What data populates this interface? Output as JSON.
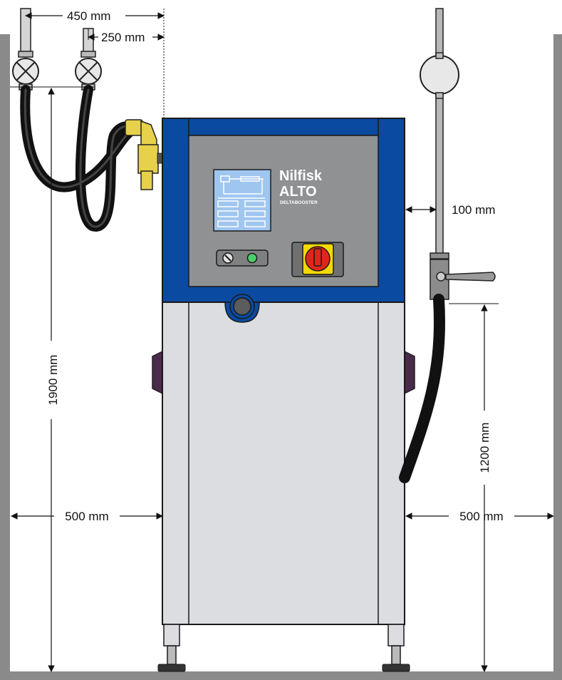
{
  "dimensions": {
    "top_width": "450 mm",
    "valve_spacing": "250 mm",
    "side_clearance_right_hose": "100 mm",
    "total_height": "1900 mm",
    "hose_height": "1200 mm",
    "clearance_left": "500 mm",
    "clearance_right": "500 mm"
  },
  "machine": {
    "brand_line1": "Nilfisk",
    "brand_line2": "ALTO",
    "model": "DELTABOOSTER"
  },
  "colors": {
    "wall": "#8a8a8a",
    "cabinet_blue": "#0a4aa0",
    "panel_grey": "#8f9193",
    "body_light": "#dcdde0",
    "screen_blue": "#9fc6ef",
    "hose": "#1a1a1a",
    "brass": "#e8d14a",
    "switch_red": "#e0261b",
    "switch_yellow": "#f4d800",
    "handle_purple": "#4a2a4a"
  }
}
